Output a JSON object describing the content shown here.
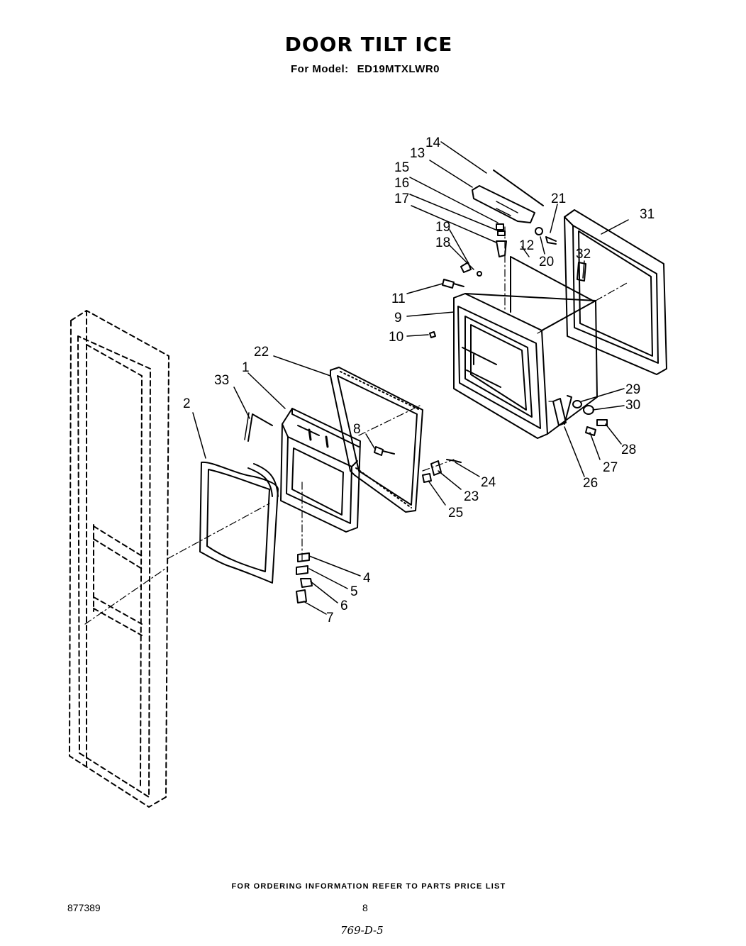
{
  "header": {
    "title": "DOOR TILT ICE",
    "model_label": "For Model:",
    "model_value": "ED19MTXLWR0"
  },
  "footer": {
    "ordering_info": "FOR ORDERING INFORMATION REFER TO PARTS PRICE LIST",
    "document_number": "877389",
    "page_number": "8",
    "handwritten_note": "769-D-5"
  },
  "diagram": {
    "callouts": [
      "1",
      "2",
      "4",
      "5",
      "6",
      "7",
      "8",
      "9",
      "10",
      "11",
      "12",
      "13",
      "14",
      "15",
      "16",
      "17",
      "18",
      "19",
      "20",
      "21",
      "22",
      "23",
      "24",
      "25",
      "26",
      "27",
      "28",
      "29",
      "30",
      "31",
      "32",
      "33"
    ]
  }
}
